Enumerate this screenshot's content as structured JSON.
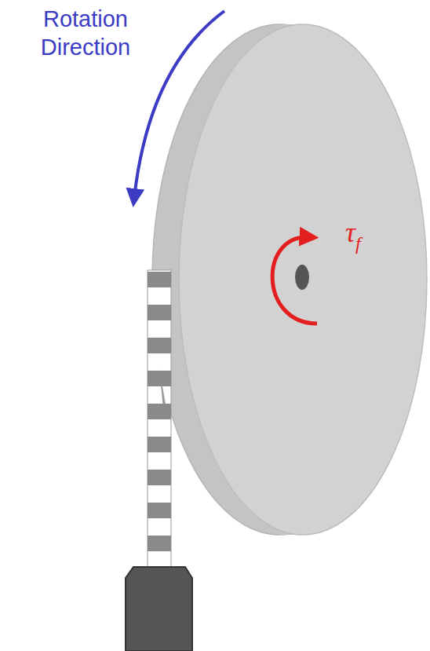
{
  "diagram": {
    "labels": [
      "Rotation Direction",
      "τ",
      "f"
    ]
  }
}
